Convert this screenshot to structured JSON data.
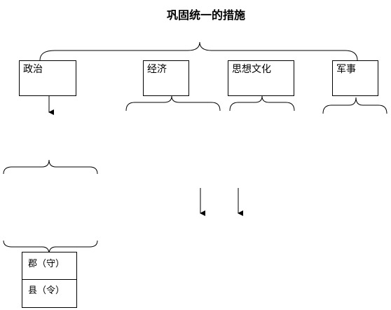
{
  "title": "巩固统一的措施",
  "boxes": {
    "politics": "政治",
    "economy": "经济",
    "culture": "思想文化",
    "military": "军事"
  },
  "admin": {
    "commandery": "郡（守）",
    "county": "县（令）"
  },
  "colors": {
    "line": "#000000",
    "background": "#ffffff"
  }
}
